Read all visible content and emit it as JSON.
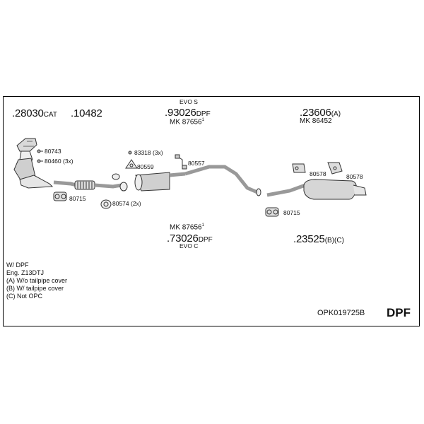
{
  "parts": {
    "cat_1": {
      "number": ".28030",
      "suffix": "CAT"
    },
    "cat_2": {
      "number": ".10482",
      "suffix": ""
    },
    "dpf_front": {
      "variant": "EVO S",
      "number": ".93026",
      "suffix": "DPF",
      "kit": "MK 87656",
      "kit_sup": "1"
    },
    "dpf_rear": {
      "variant": "EVO C",
      "number": ".73026",
      "suffix": "DPF",
      "kit": "MK 87656",
      "kit_sup": "1"
    },
    "silencer_rear": {
      "number": ".23606",
      "suffix": "(A)",
      "kit": "MK 86452"
    },
    "silencer_rear_alt": {
      "number": ".23525",
      "suffix": "(B)(C)"
    }
  },
  "small_parts": {
    "p80743": "80743",
    "p80460": "80460 (3x)",
    "p80715a": "80715",
    "p80574": "80574 (2x)",
    "p83318": "83318 (3x)",
    "p80559": "80559",
    "p80557": "80557",
    "p80578a": "80578",
    "p80578b": "80578",
    "p80715b": "80715"
  },
  "notes": [
    "W/ DPF",
    "Eng. Z13DTJ",
    "(A) W/o tailpipe cover",
    "(B) W/ tailpipe cover",
    "(C) Not OPC"
  ],
  "footer": {
    "reference": "OPK019725B",
    "badge": "DPF"
  }
}
